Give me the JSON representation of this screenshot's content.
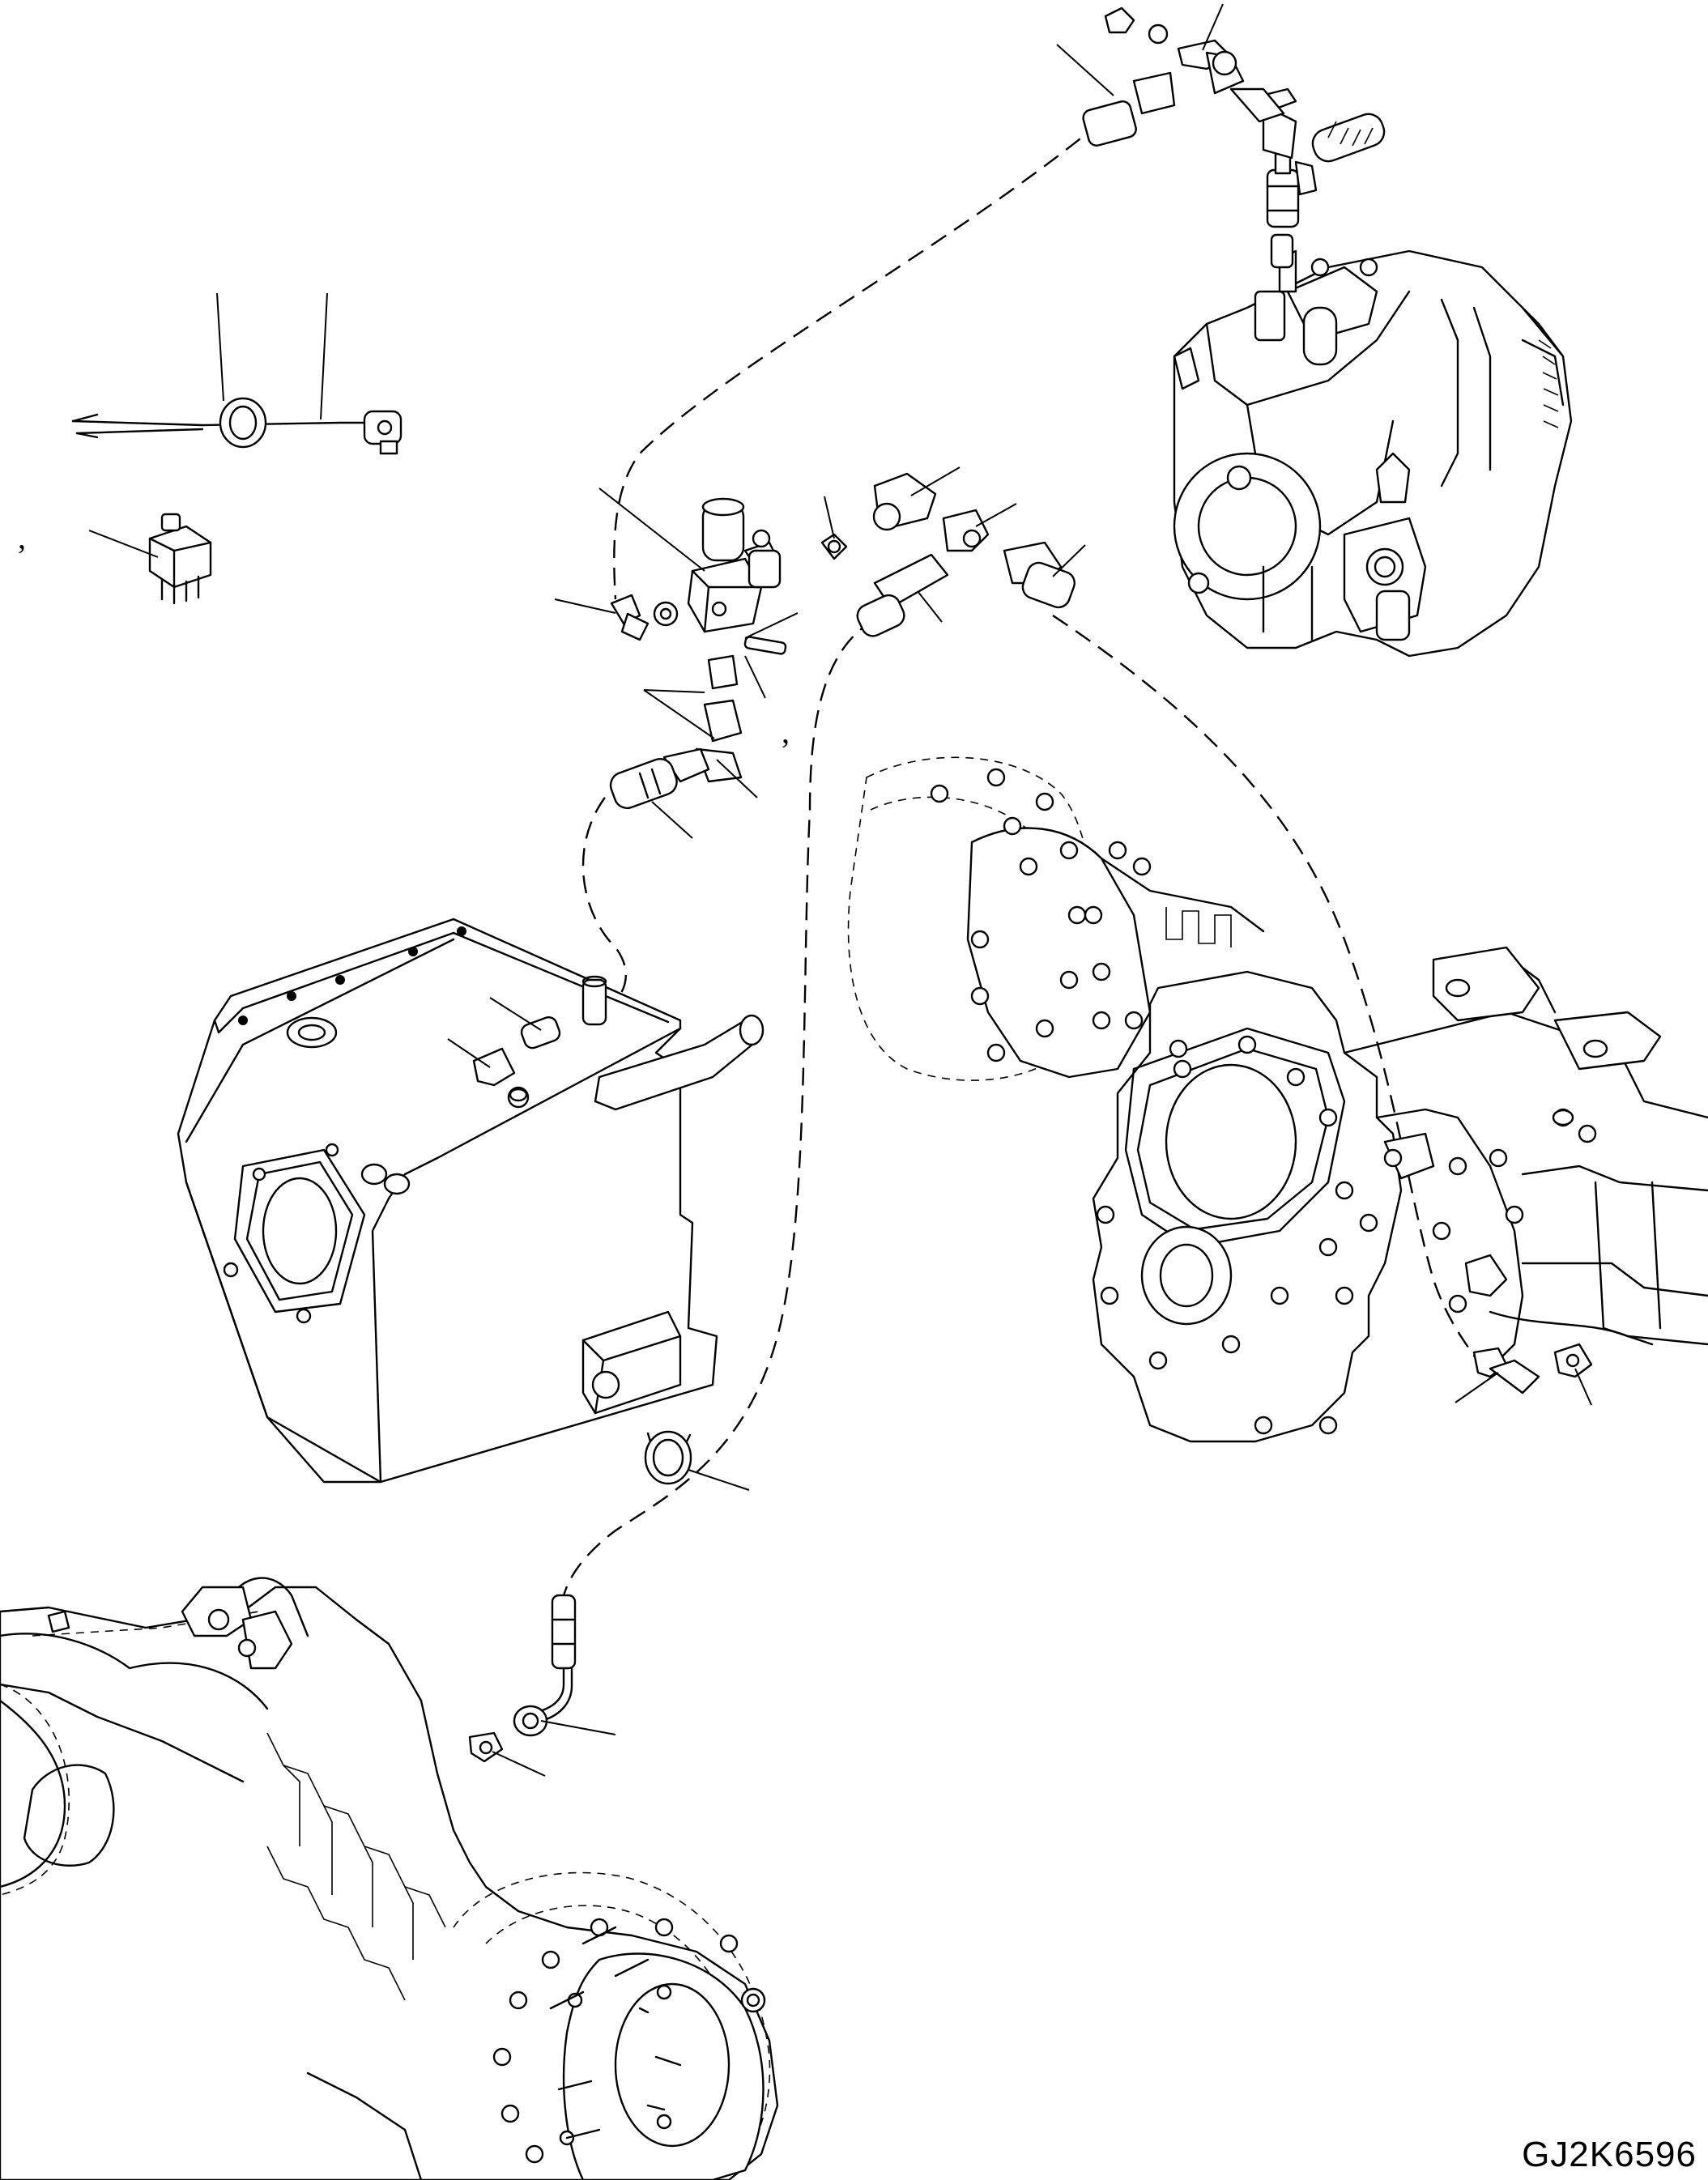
{
  "drawing_code": "GJ2K6596",
  "separator_marks": [
    ",",
    ","
  ],
  "components": [
    "hydraulic-pump",
    "solenoid-valve",
    "hydraulic-tank",
    "front-axle",
    "rear-axle",
    "wire-harness",
    "relay",
    "hose-clamp",
    "hoses-and-fittings"
  ]
}
